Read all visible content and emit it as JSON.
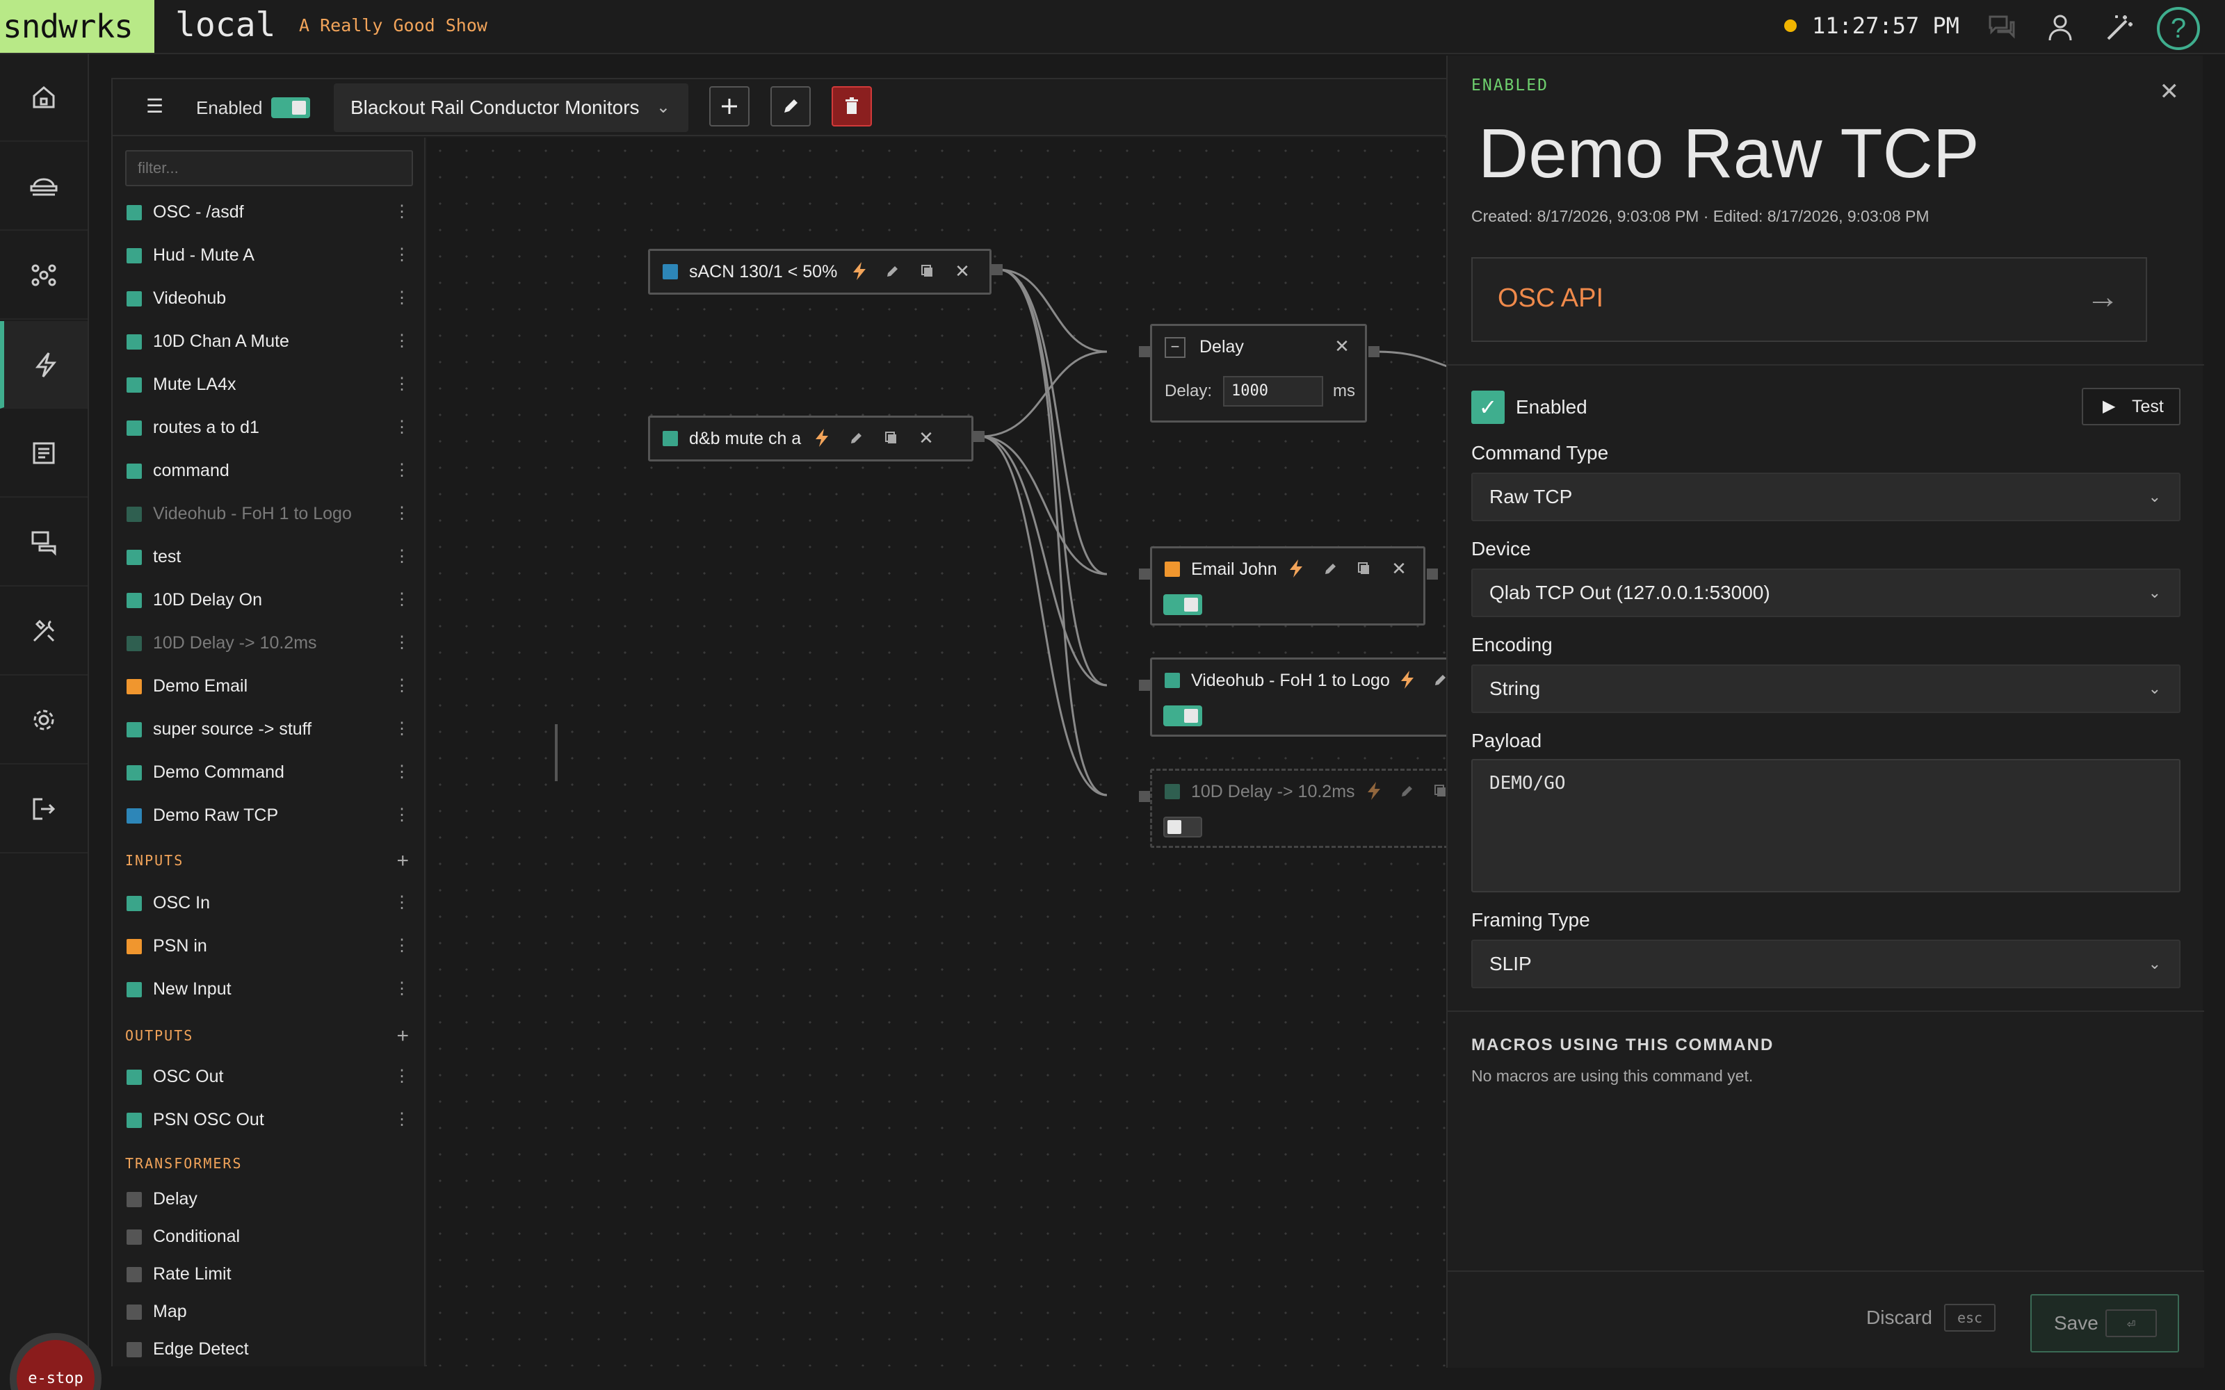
{
  "topbar": {
    "brand": "sndwrks",
    "env": "local",
    "show_name": "A Really Good Show",
    "clock": "11:27:57 PM",
    "help_label": "?"
  },
  "estop": {
    "label": "e-stop"
  },
  "toolbar": {
    "enabled_label": "Enabled",
    "enabled": true,
    "macro_name": "Blackout Rail Conductor Monitors"
  },
  "sidebar": {
    "filter_placeholder": "filter...",
    "commands": [
      {
        "label": "OSC - /asdf",
        "color": "#3aa58a",
        "dim": false
      },
      {
        "label": "Hud - Mute A",
        "color": "#3aa58a",
        "dim": false
      },
      {
        "label": "Videohub",
        "color": "#3aa58a",
        "dim": false
      },
      {
        "label": "10D Chan A Mute",
        "color": "#3aa58a",
        "dim": false
      },
      {
        "label": "Mute LA4x",
        "color": "#3aa58a",
        "dim": false
      },
      {
        "label": "routes a to d1",
        "color": "#3aa58a",
        "dim": false
      },
      {
        "label": "command",
        "color": "#3aa58a",
        "dim": false
      },
      {
        "label": "Videohub - FoH 1 to Logo",
        "color": "#2f5f50",
        "dim": true
      },
      {
        "label": "test",
        "color": "#3aa58a",
        "dim": false
      },
      {
        "label": "10D Delay On",
        "color": "#3aa58a",
        "dim": false
      },
      {
        "label": "10D Delay -> 10.2ms",
        "color": "#2f5f50",
        "dim": true
      },
      {
        "label": "Demo Email",
        "color": "#f0962e",
        "dim": false
      },
      {
        "label": "super source -> stuff",
        "color": "#3aa58a",
        "dim": false
      },
      {
        "label": "Demo Command",
        "color": "#3aa58a",
        "dim": false
      },
      {
        "label": "Demo Raw TCP",
        "color": "#2d86b8",
        "dim": false
      }
    ],
    "inputs_label": "INPUTS",
    "inputs": [
      {
        "label": "OSC In",
        "color": "#3aa58a"
      },
      {
        "label": "PSN in",
        "color": "#f0962e"
      },
      {
        "label": "New Input",
        "color": "#3aa58a"
      }
    ],
    "outputs_label": "OUTPUTS",
    "outputs": [
      {
        "label": "OSC Out",
        "color": "#3aa58a"
      },
      {
        "label": "PSN OSC Out",
        "color": "#3aa58a"
      }
    ],
    "transformers_label": "TRANSFORMERS",
    "transformers": [
      {
        "label": "Delay"
      },
      {
        "label": "Conditional"
      },
      {
        "label": "Rate Limit"
      },
      {
        "label": "Map"
      },
      {
        "label": "Edge Detect"
      }
    ]
  },
  "canvas": {
    "nodes": {
      "sacn": {
        "label": "sACN 130/1 < 50%",
        "color": "#2d86b8"
      },
      "dnb": {
        "label": "d&b mute ch a",
        "color": "#3aa58a"
      },
      "delay": {
        "label": "Delay",
        "field_label": "Delay:",
        "value": "1000",
        "unit": "ms"
      },
      "email": {
        "label": "Email John",
        "color": "#f0962e",
        "enabled": true
      },
      "videohub": {
        "label": "Videohub - FoH 1 to Logo",
        "color": "#3aa58a",
        "enabled": true
      },
      "delay10d": {
        "label": "10D Delay -> 10.2ms",
        "color": "#2f5f50",
        "enabled": false
      }
    }
  },
  "panel": {
    "status": "ENABLED",
    "title": "Demo Raw TCP",
    "meta": "Created: 8/17/2026, 9:03:08 PM · Edited: 8/17/2026, 9:03:08 PM",
    "api_card": "OSC API",
    "enabled_label": "Enabled",
    "enabled": true,
    "test_label": "Test",
    "command_type_label": "Command Type",
    "command_type": "Raw TCP",
    "device_label": "Device",
    "device": "Qlab TCP Out (127.0.0.1:53000)",
    "encoding_label": "Encoding",
    "encoding": "String",
    "payload_label": "Payload",
    "payload": "DEMO/GO",
    "framing_label": "Framing Type",
    "framing": "SLIP",
    "macros_heading": "MACROS USING THIS COMMAND",
    "macros_empty": "No macros are using this command yet.",
    "discard_label": "Discard",
    "discard_key": "esc",
    "save_label": "Save",
    "save_key": "⏎"
  },
  "colors": {
    "accent": "#3fae8e",
    "orange": "#f2a45a",
    "danger": "#8b1f1f",
    "brand_bg": "#b8e987"
  }
}
